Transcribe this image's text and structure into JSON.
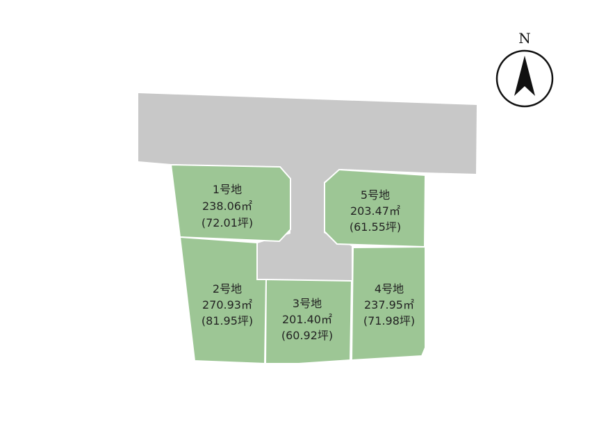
{
  "colors": {
    "road": "#c8c8c8",
    "lot_fill": "#9dc695",
    "lot_stroke": "#ffffff",
    "text": "#222222",
    "compass": "#111111"
  },
  "compass": {
    "label": "N",
    "icon": "north-arrow-icon"
  },
  "lots": [
    {
      "name": "1号地",
      "area_sqm": "238.06㎡",
      "area_tsubo": "(72.01坪)"
    },
    {
      "name": "2号地",
      "area_sqm": "270.93㎡",
      "area_tsubo": "(81.95坪)"
    },
    {
      "name": "3号地",
      "area_sqm": "201.40㎡",
      "area_tsubo": "(60.92坪)"
    },
    {
      "name": "4号地",
      "area_sqm": "237.95㎡",
      "area_tsubo": "(71.98坪)"
    },
    {
      "name": "5号地",
      "area_sqm": "203.47㎡",
      "area_tsubo": "(61.55坪)"
    }
  ]
}
